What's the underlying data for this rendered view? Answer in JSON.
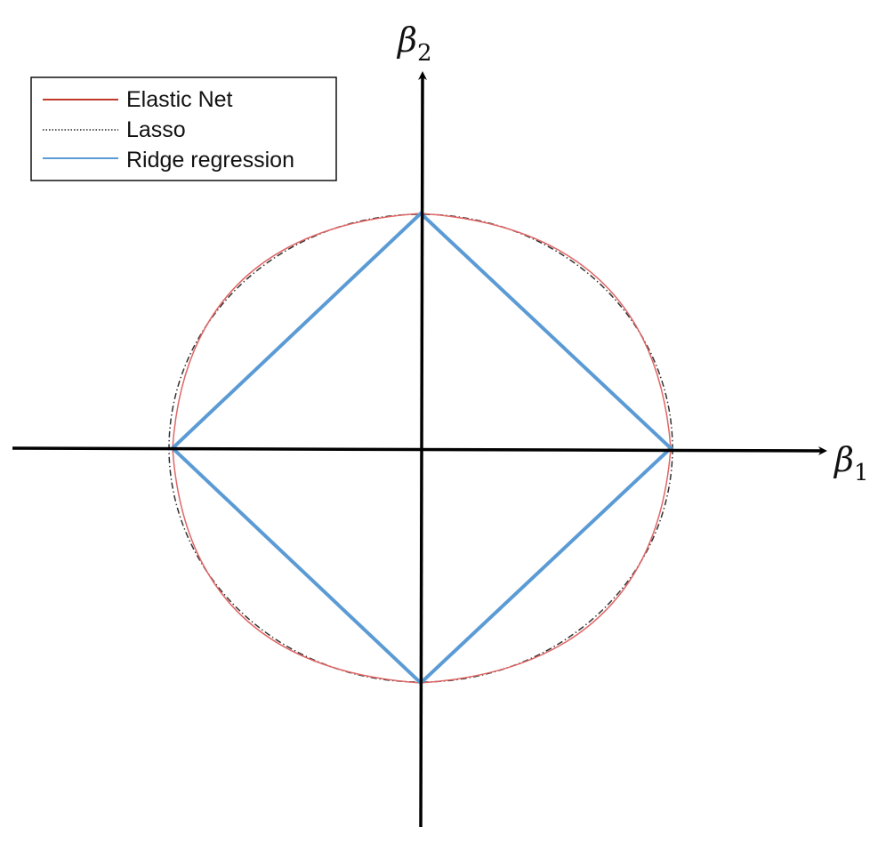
{
  "legend": {
    "items": [
      {
        "label": "Elastic Net",
        "color": "#c0392b",
        "style": "solid"
      },
      {
        "label": "Lasso",
        "color": "#222222",
        "style": "dotted"
      },
      {
        "label": "Ridge regression",
        "color": "#5b9bd5",
        "style": "solid"
      }
    ]
  },
  "axes": {
    "x": {
      "symbol": "β",
      "subscript": "1"
    },
    "y": {
      "symbol": "β",
      "subscript": "2"
    }
  },
  "shapes": {
    "outer_circle": {
      "color": "#333333",
      "style": "dash-dot"
    },
    "elastic_net": {
      "color": "#e06666",
      "style": "solid"
    },
    "diamond": {
      "color": "#5b9bd5",
      "style": "solid"
    }
  }
}
